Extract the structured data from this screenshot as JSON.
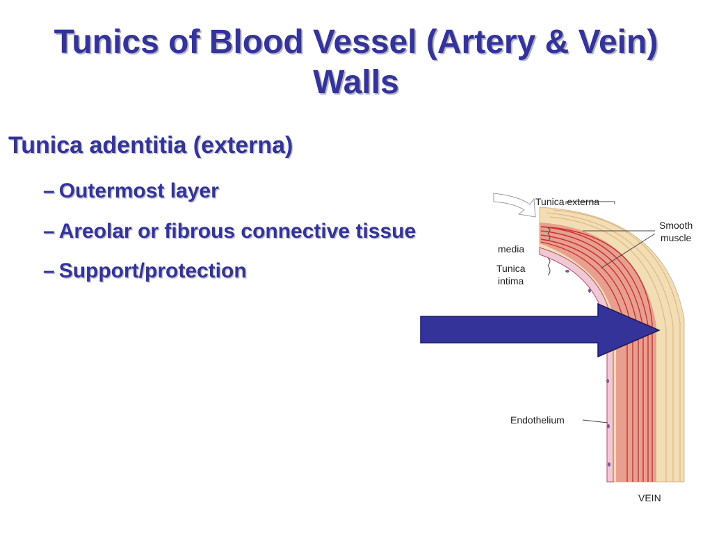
{
  "slide": {
    "title": "Tunics of Blood Vessel (Artery & Vein) Walls",
    "main_bullet": "Tunica adentitia (externa)",
    "sub_bullets": [
      {
        "dash": "–",
        "text": "Outermost layer"
      },
      {
        "dash": "–",
        "text": "Areolar or fibrous connective tissue"
      },
      {
        "dash": "–",
        "text": "Support/protection"
      }
    ]
  },
  "diagram": {
    "labels": {
      "tunica_externa": "Tunica externa",
      "smooth": "Smooth",
      "muscle": "muscle",
      "media": "media",
      "tunica": "Tunica",
      "intima": "intima",
      "endothelium": "Endothelium",
      "vein": "VEIN"
    },
    "colors": {
      "externa": "#f2ddb4",
      "media": "#e7a090",
      "muscle_fibers": "#cc3030",
      "intima": "#f0c9d6",
      "arrow": "#333399"
    }
  },
  "pointer_arrow": {
    "color": "#333399",
    "icon": "right-arrow-icon"
  }
}
